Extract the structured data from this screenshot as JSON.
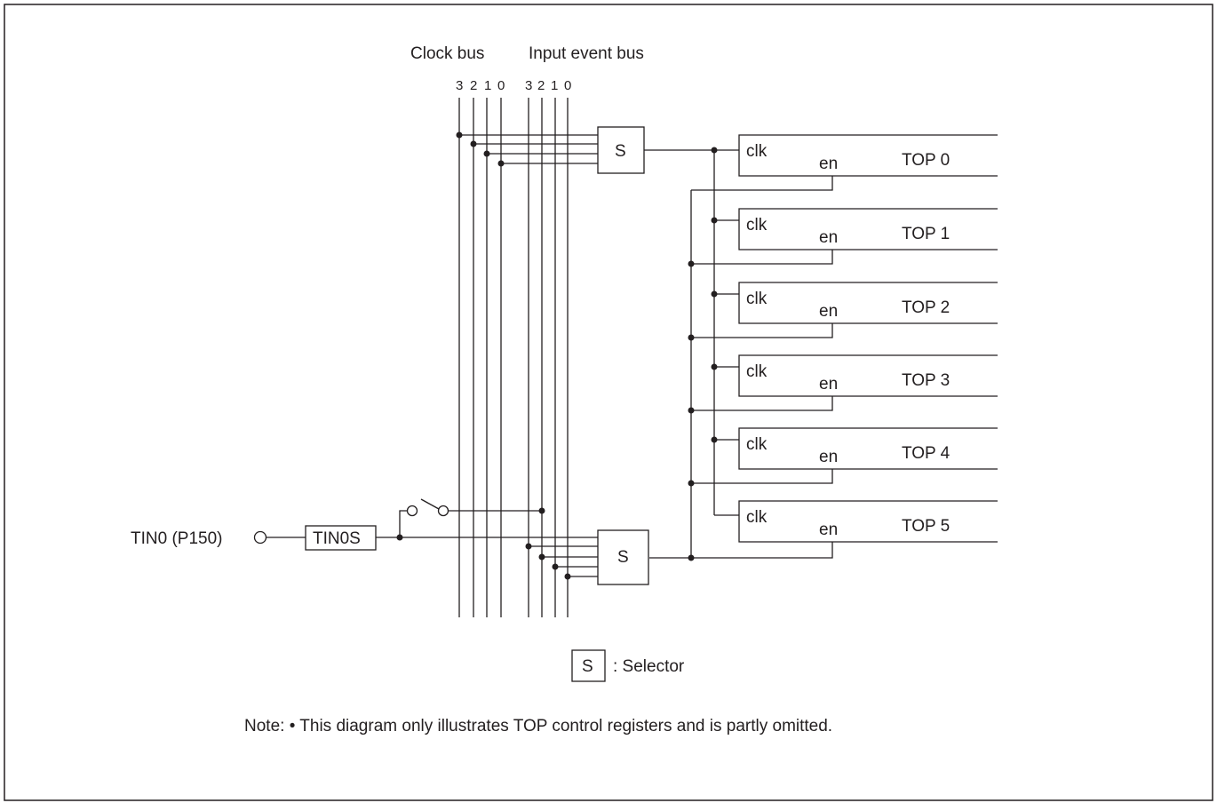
{
  "bus_headers": {
    "clock": "Clock bus",
    "input_event": "Input event bus"
  },
  "clock_bus_lines": [
    "3",
    "2",
    "1",
    "0"
  ],
  "input_event_bus_lines": [
    "3",
    "2",
    "1",
    "0"
  ],
  "selector_label": "S",
  "legend": {
    "symbol": "S",
    "text": ": Selector"
  },
  "input_pin": "TIN0 (P150)",
  "input_filter": "TIN0S",
  "registers": [
    {
      "name": "TOP 0",
      "clk": "clk",
      "en": "en"
    },
    {
      "name": "TOP 1",
      "clk": "clk",
      "en": "en"
    },
    {
      "name": "TOP 2",
      "clk": "clk",
      "en": "en"
    },
    {
      "name": "TOP 3",
      "clk": "clk",
      "en": "en"
    },
    {
      "name": "TOP 4",
      "clk": "clk",
      "en": "en"
    },
    {
      "name": "TOP 5",
      "clk": "clk",
      "en": "en"
    }
  ],
  "note": "Note: • This diagram only illustrates TOP control registers and is partly omitted."
}
